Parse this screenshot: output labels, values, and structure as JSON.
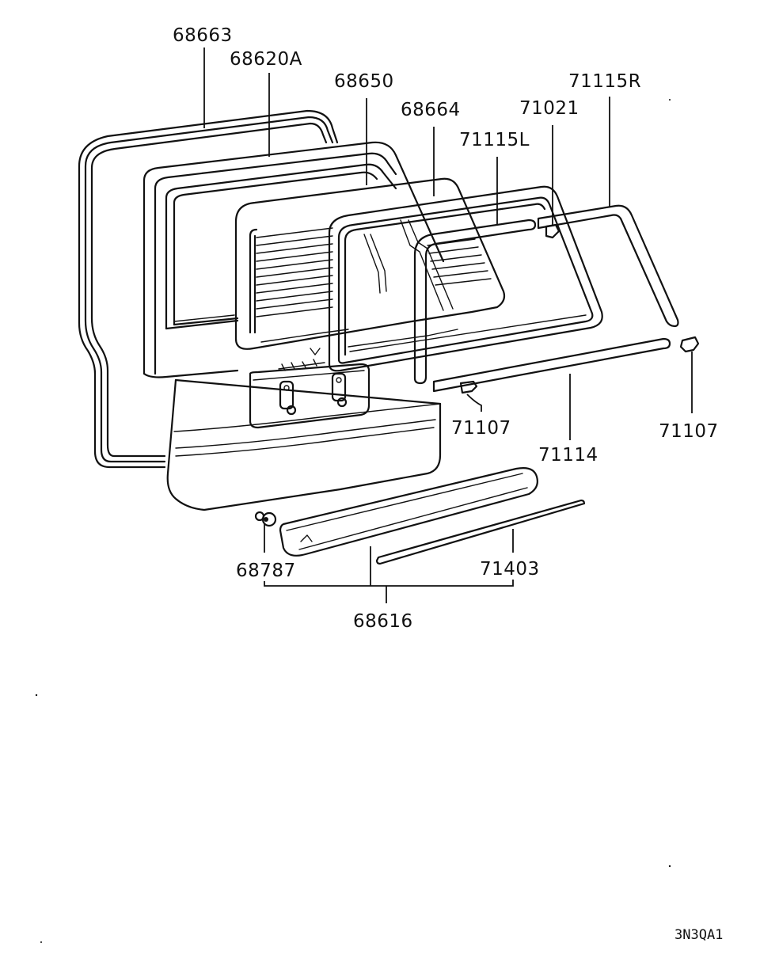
{
  "diagram": {
    "part_labels": [
      "68663",
      "68620A",
      "68650",
      "68664",
      "71115L",
      "71021",
      "71115R",
      "71107",
      "71107",
      "71114",
      "68787",
      "71403",
      "68616"
    ],
    "drawing_code": "3N3QA1",
    "ink_color": "#111111",
    "background_color": "#ffffff"
  }
}
